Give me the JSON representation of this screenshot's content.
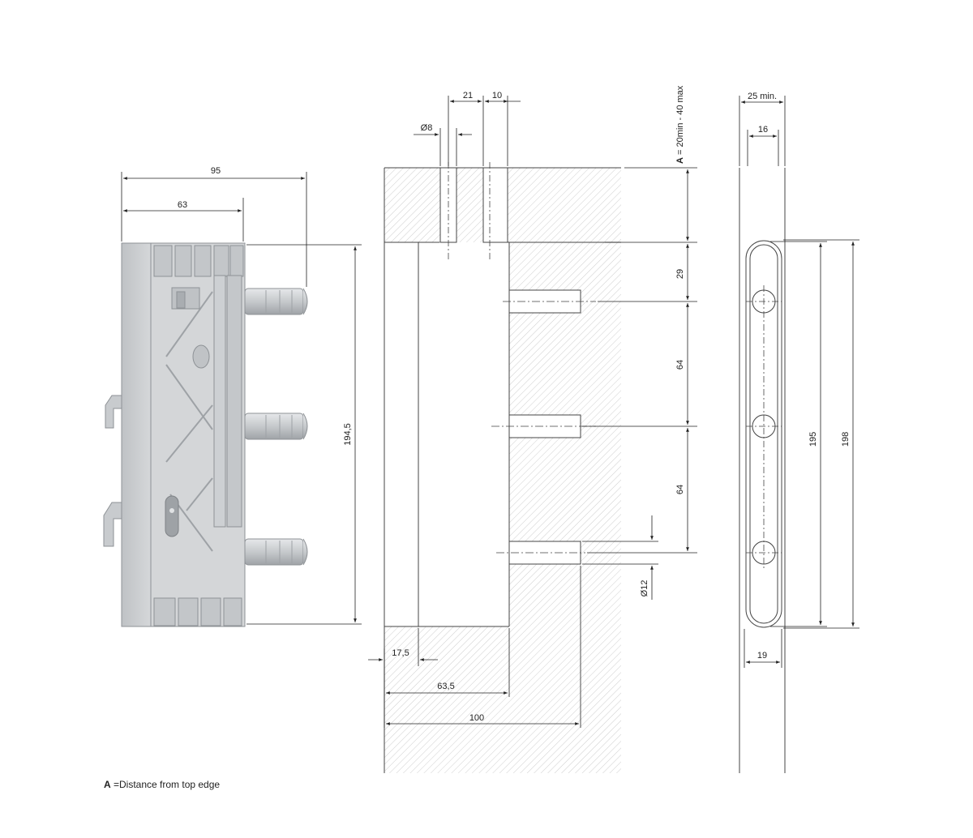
{
  "dims": {
    "d95": "95",
    "d63": "63",
    "d1945": "194,5",
    "d21": "21",
    "d10": "10",
    "o8": "Ø8",
    "A_label": "A",
    "A_text": "= 20min - 40 max",
    "d29": "29",
    "d64a": "64",
    "d64b": "64",
    "o12": "Ø12",
    "d175": "17,5",
    "d635": "63,5",
    "d100": "100",
    "d25": "25 min.",
    "d16": "16",
    "d195": "195",
    "d198": "198",
    "d19": "19"
  },
  "legend": {
    "key": "A",
    "text": " =Distance from top edge"
  }
}
